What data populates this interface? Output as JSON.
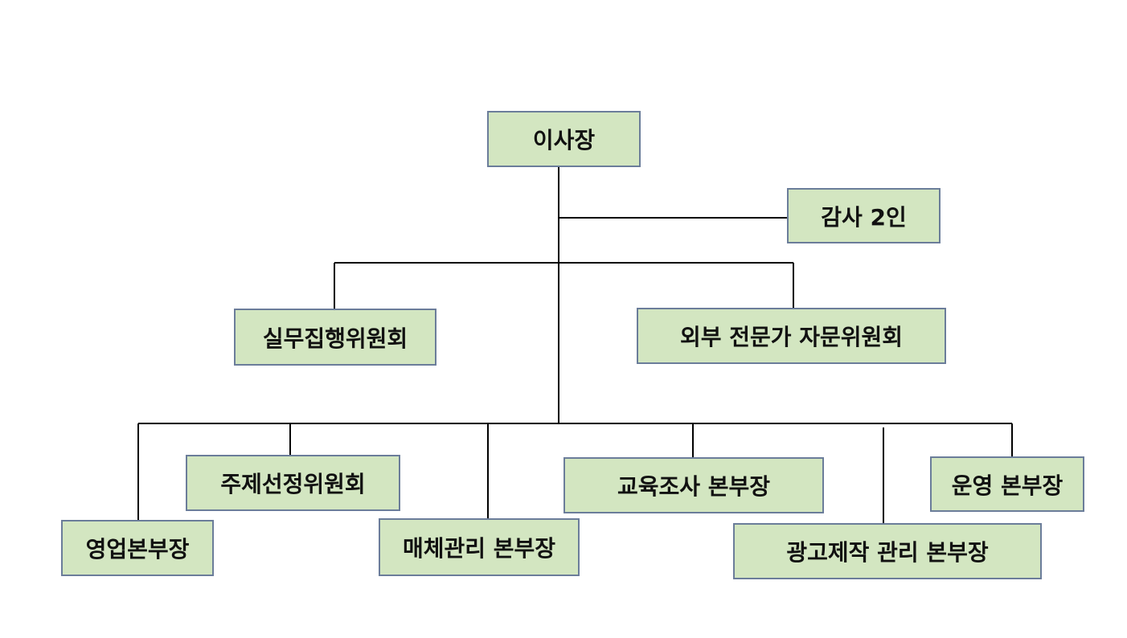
{
  "org_chart": {
    "chairman": "이사장",
    "auditors": "감사 2인",
    "executive_committee": "실무집행위원회",
    "advisory_committee": "외부 전문가 자문위원회",
    "theme_committee": "주제선정위원회",
    "education_research_head": "교육조사 본부장",
    "operations_head": "운영 본부장",
    "sales_head": "영업본부장",
    "media_management_head": "매체관리 본부장",
    "ad_production_head": "광고제작 관리 본부장"
  },
  "colors": {
    "box_fill": "#d3e6c1",
    "box_border": "#6b7d9a",
    "line": "#000000",
    "text": "#111111"
  }
}
